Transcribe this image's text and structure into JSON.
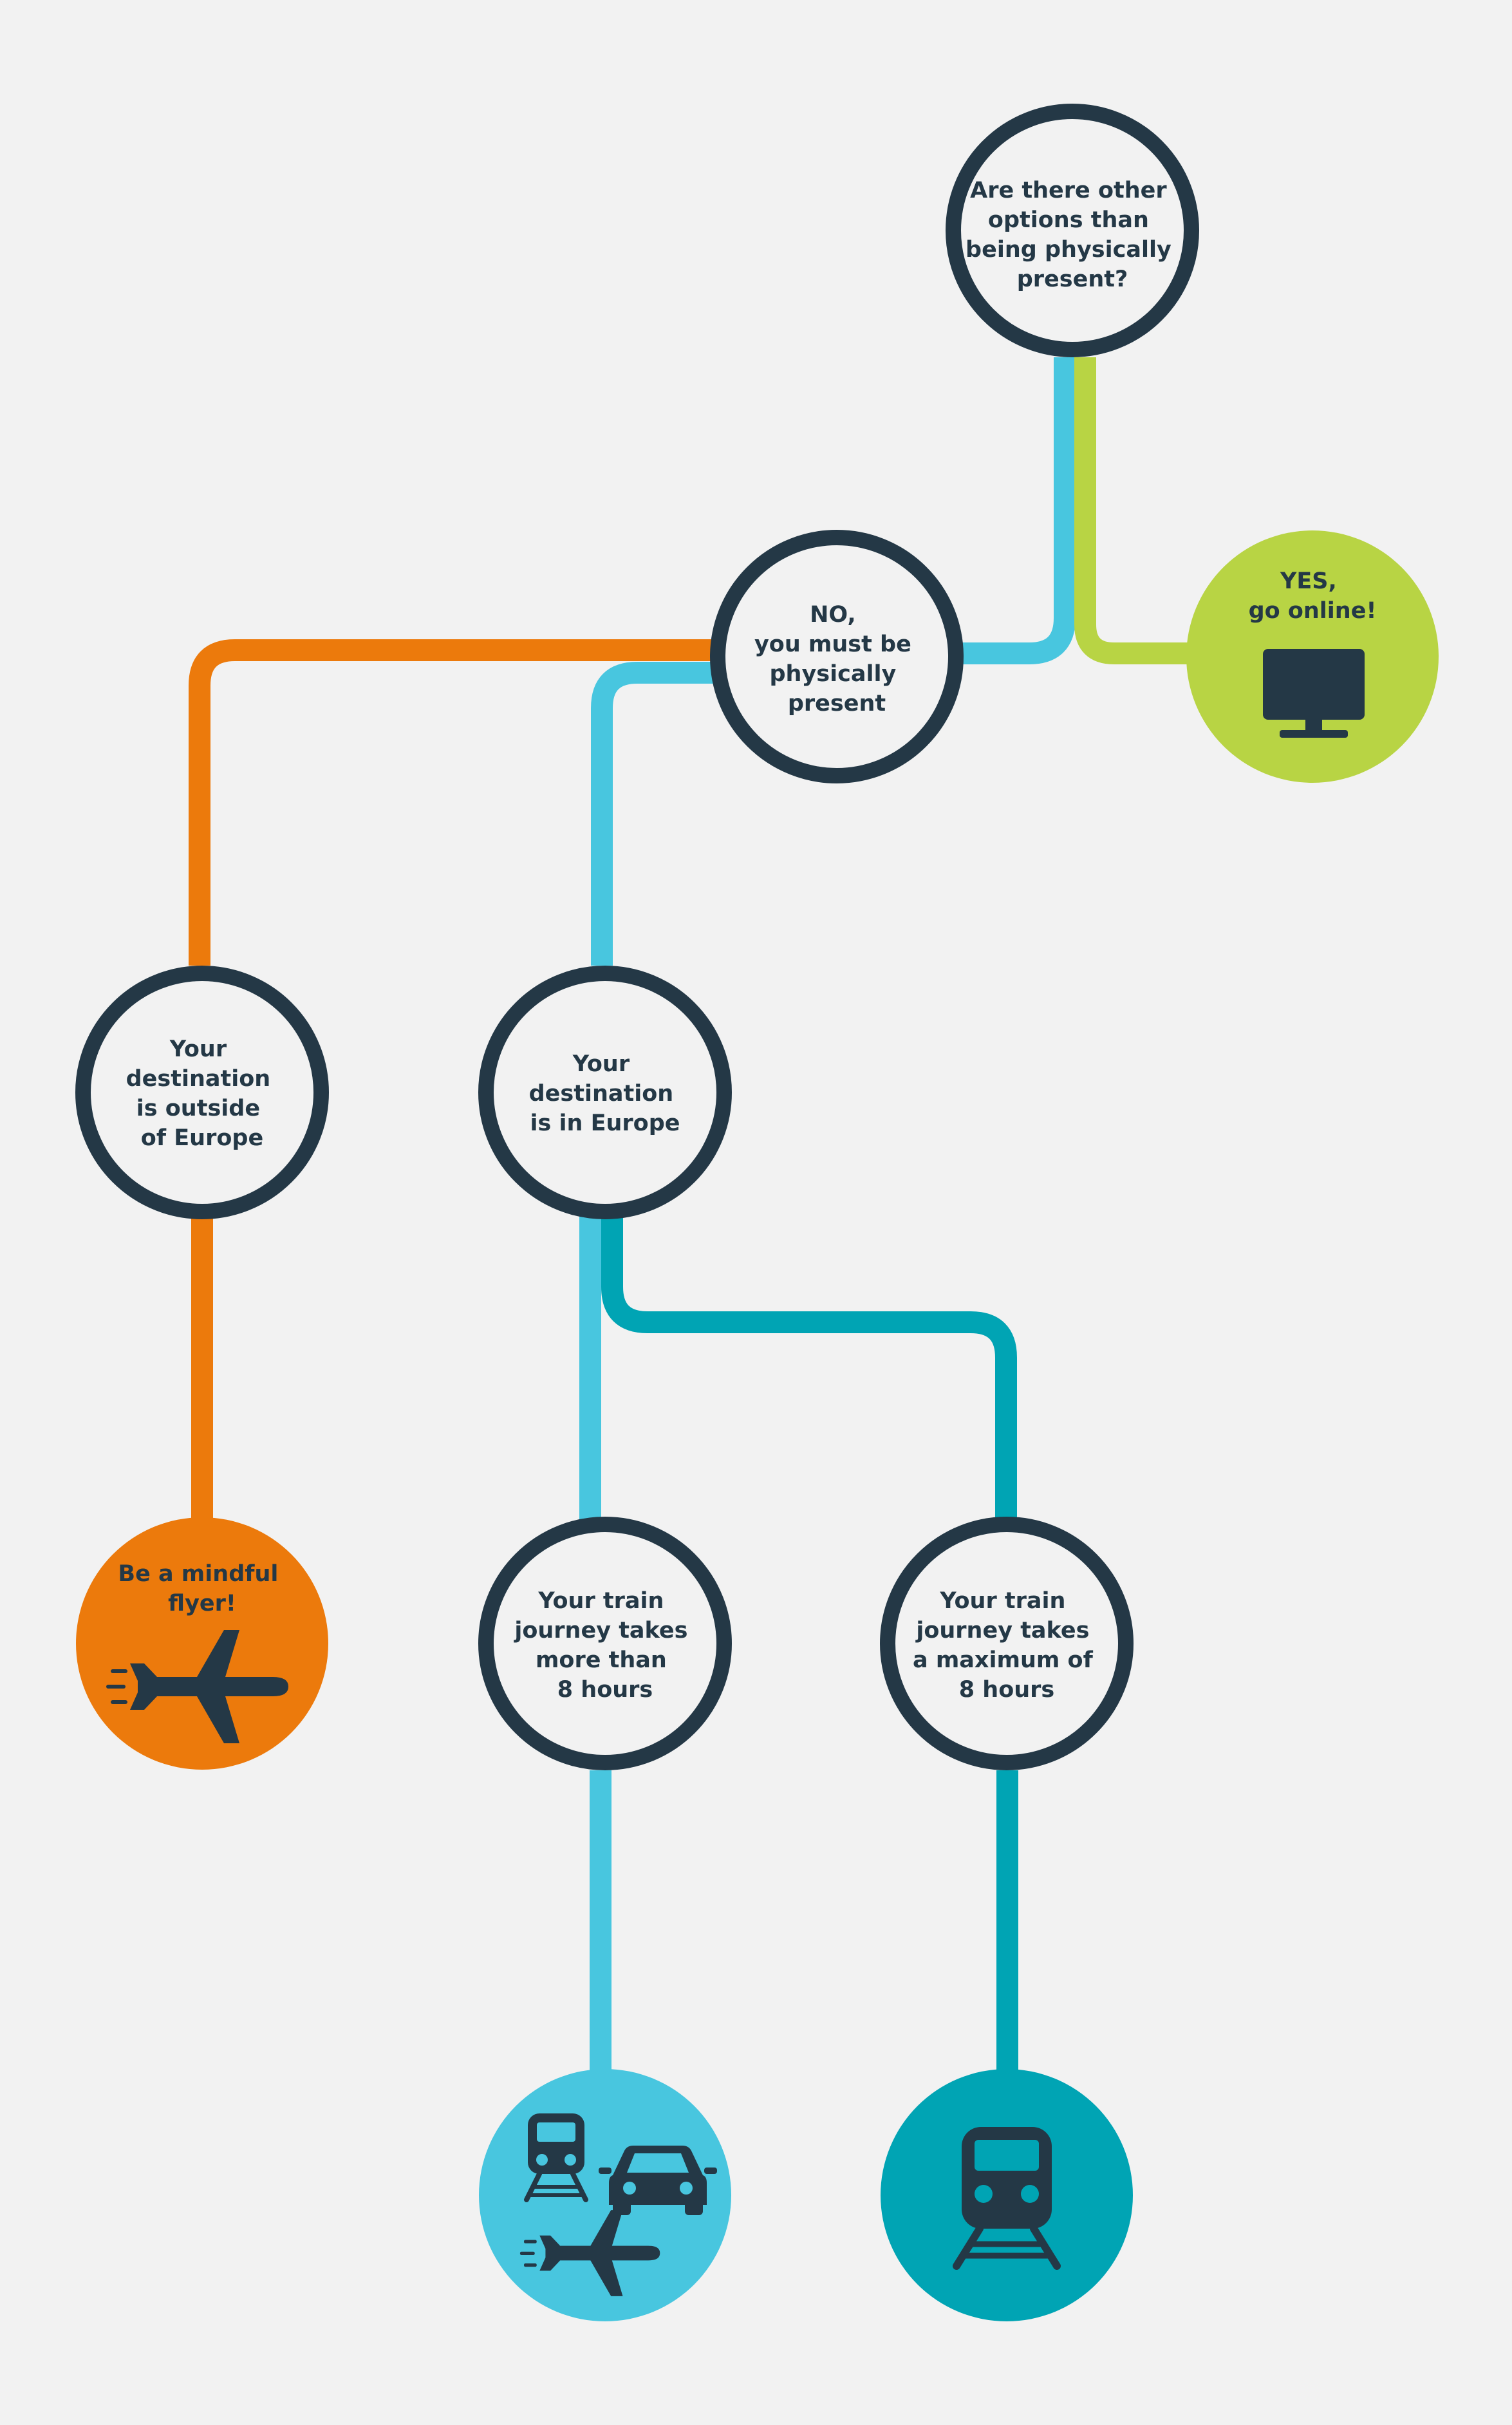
{
  "colors": {
    "background": "#f2f2f2",
    "node_fill": "#f2f2f2",
    "node_ring": "#243846",
    "text": "#243846",
    "orange": "#ec7a0c",
    "light_blue": "#48c6df",
    "teal": "#00a4b4",
    "lime": "#b8d444"
  },
  "nodes": {
    "question": {
      "lines": [
        "Are there other",
        "options than",
        "being physically",
        "present?"
      ]
    },
    "yes": {
      "lines": [
        "YES,",
        "go online!"
      ],
      "icon": "monitor-icon"
    },
    "no": {
      "lines": [
        "NO,",
        "you must be",
        "physically",
        "present"
      ]
    },
    "outside_europe": {
      "lines": [
        "Your",
        "destination",
        "is outside",
        "of Europe"
      ]
    },
    "in_europe": {
      "lines": [
        "Your",
        "destination",
        "is in Europe"
      ]
    },
    "mindful_flyer": {
      "lines": [
        "Be a mindful",
        "flyer!"
      ],
      "icon": "airplane-icon"
    },
    "train_more_8": {
      "lines": [
        "Your train",
        "journey takes",
        "more than",
        "8 hours"
      ]
    },
    "train_max_8": {
      "lines": [
        "Your train",
        "journey takes",
        "a maximum of",
        "8 hours"
      ]
    },
    "mixed_transport": {
      "icons": [
        "train-icon",
        "car-icon",
        "airplane-icon"
      ]
    },
    "train_only": {
      "icon": "train-icon"
    }
  }
}
